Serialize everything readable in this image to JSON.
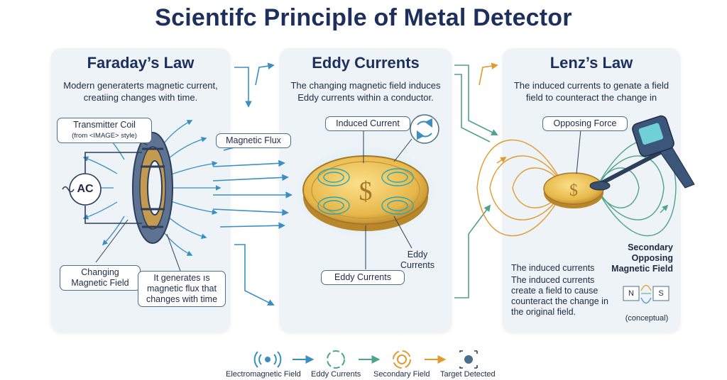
{
  "title": "Scientifc Principle of Metal Detector",
  "panels": {
    "faraday": {
      "heading": "Faraday’s Law",
      "desc": "Modern generaterts magnetic current, creatiing changes with time.",
      "coil_label": "Transmitter Coil",
      "coil_sub": "(from <IMAGE> style)",
      "ac": "AC",
      "changing_field": "Changing Magnetic Field",
      "generates": "It generates ıs magnetic flux that changes with time"
    },
    "flux_label": "Magnetic Flux",
    "eddy": {
      "heading": "Eddy Currents",
      "desc": "The changing magnetic field induces Eddy currents within a conductor.",
      "induced_current": "Induced Current",
      "eddy_side": "Eddy Currents",
      "eddy_bottom": "Eddy Currents"
    },
    "lenz": {
      "heading": "Lenz’s Law",
      "desc": "The induced currents to genate a field field to counteract the change in",
      "opposing": "Opposing Force",
      "secondary": "Secondary Opposing Magnetic Field",
      "induced_a": "The induced currents",
      "induced_b": "The induced currents create a field to cause counteract the change in the original field.",
      "n": "N",
      "s": "S",
      "conceptual": "(conceptual)"
    }
  },
  "legend": [
    {
      "label": "Electromagnetic Field",
      "color": "#3a8fc2"
    },
    {
      "label": "Eddy Currents",
      "color": "#4fa38a"
    },
    {
      "label": "Secondary Field",
      "color": "#e39a2d"
    },
    {
      "label": "Target Detected",
      "color": "#4a6f8c"
    }
  ],
  "colors": {
    "navy": "#1d2f5c",
    "blue": "#3a8fc2",
    "green": "#4fa38a",
    "orange": "#e39a2d",
    "gold": "#e7b84a"
  }
}
